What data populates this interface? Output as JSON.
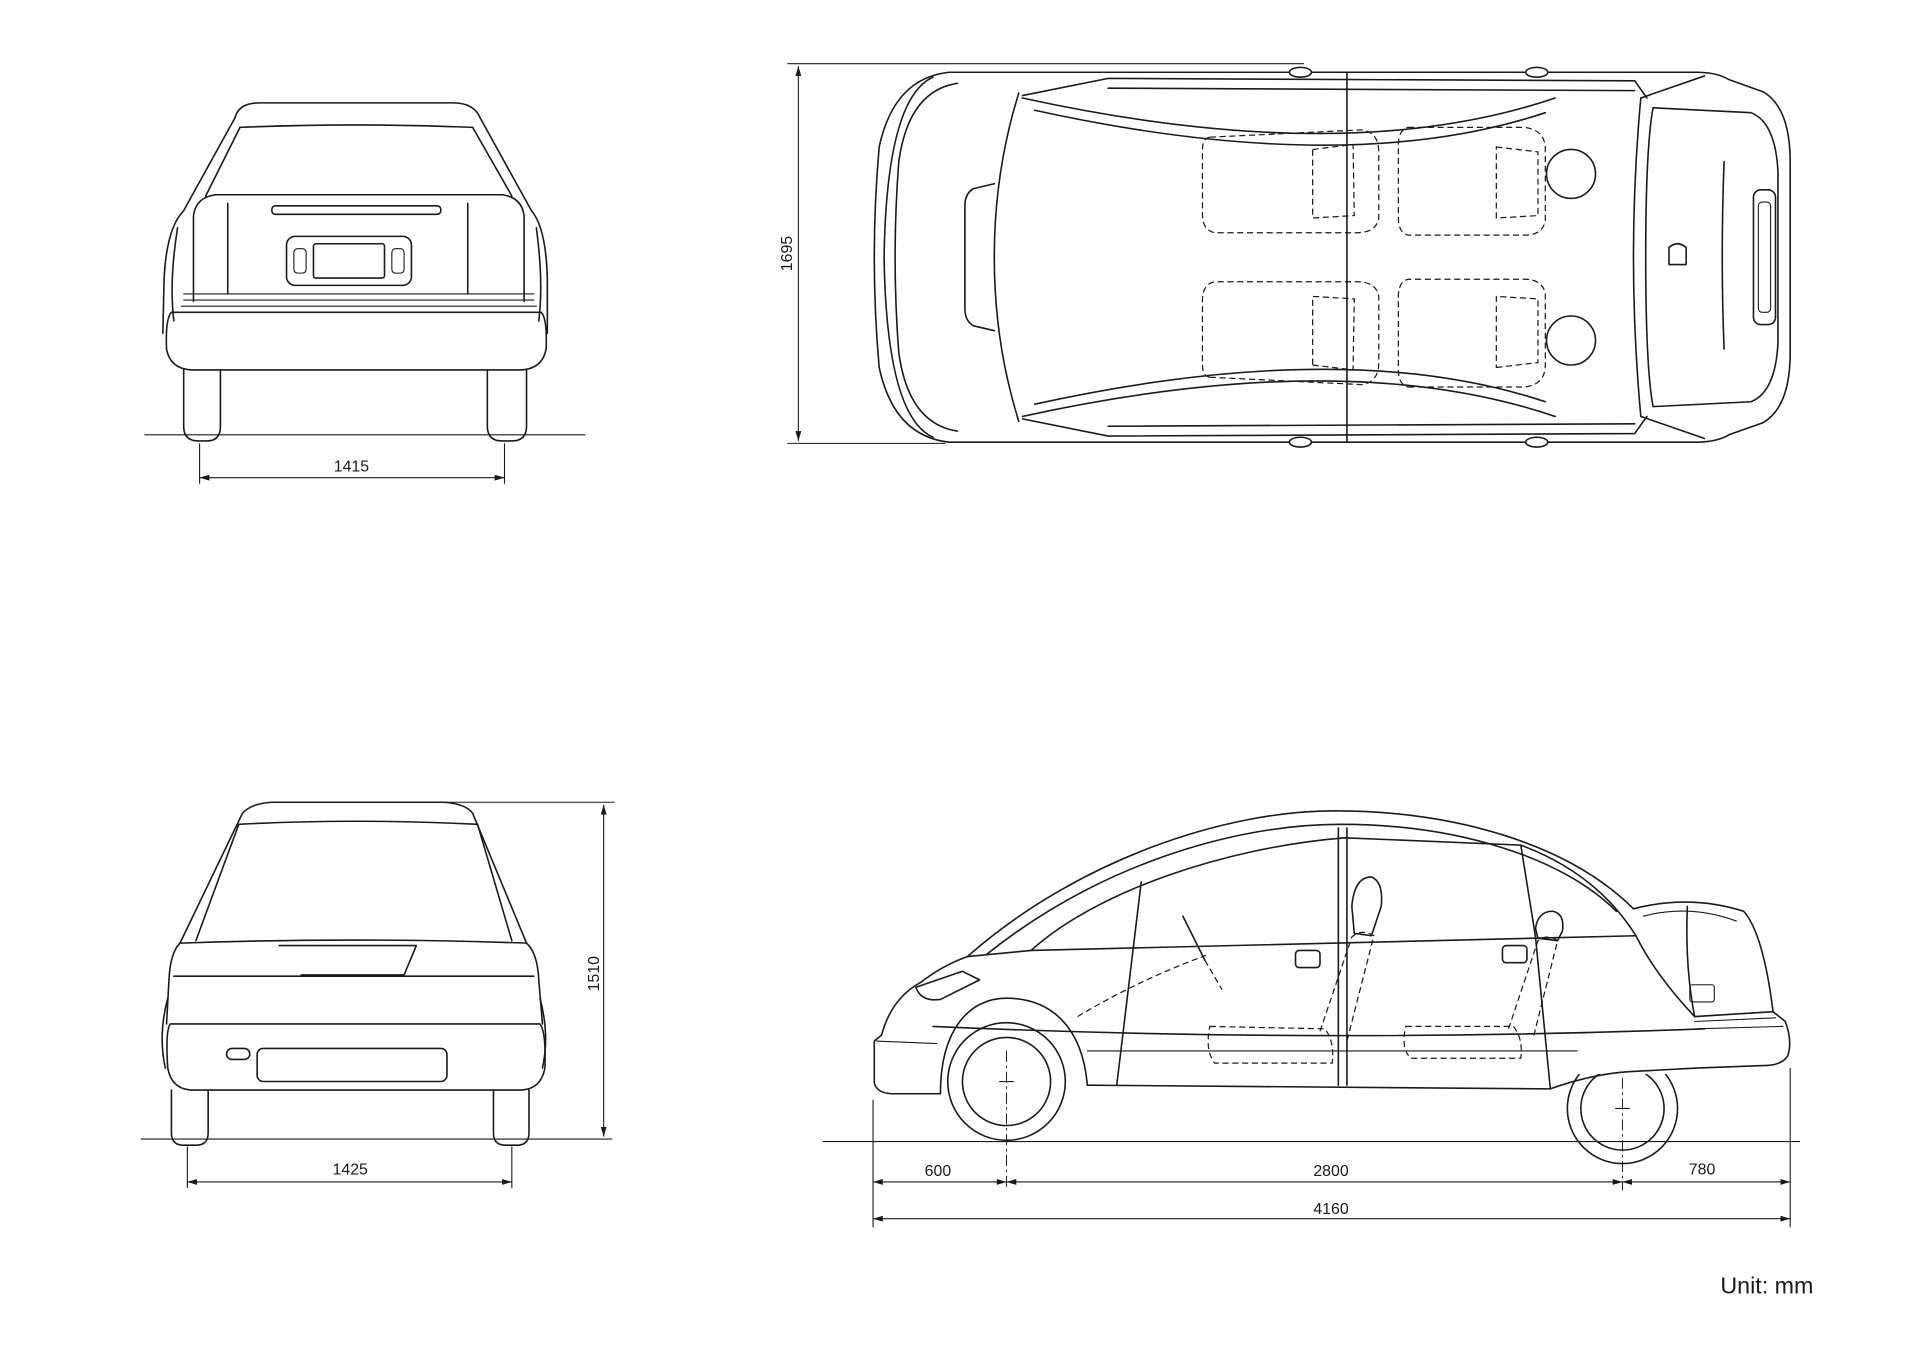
{
  "colors": {
    "line": "#1a1a1a",
    "paper": "#ffffff"
  },
  "rear_view": {
    "dim_width": "1415"
  },
  "top_view": {
    "dim_width": "1695"
  },
  "front_view": {
    "dim_width": "1425",
    "dim_height": "1510"
  },
  "side_view": {
    "dim_front_overhang": "600",
    "dim_wheelbase": "2800",
    "dim_rear_overhang": "780",
    "dim_length": "4160"
  },
  "unit_label": "Unit: mm"
}
